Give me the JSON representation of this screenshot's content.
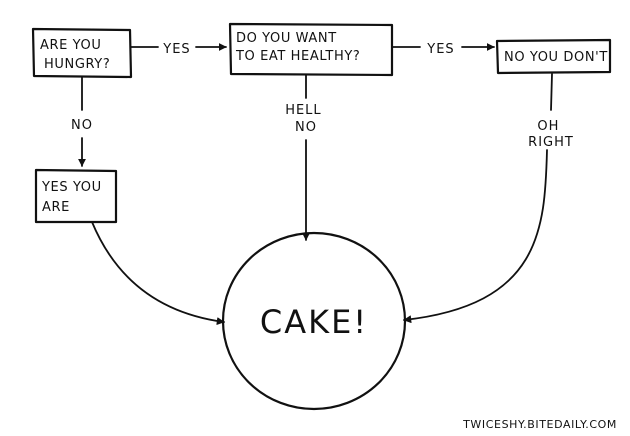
{
  "nodes": {
    "hungry": {
      "lines": [
        "ARE YOU",
        "HUNGRY?"
      ]
    },
    "healthy": {
      "lines": [
        "DO YOU WANT",
        "TO EAT HEALTHY?"
      ]
    },
    "no_you_dont": {
      "lines": [
        "NO YOU DON'T"
      ]
    },
    "yes_you_are": {
      "lines": [
        "YES YOU",
        "ARE"
      ]
    },
    "cake": {
      "lines": [
        "CAKE!"
      ]
    }
  },
  "edges": {
    "hungry_yes": {
      "lines": [
        "YES"
      ]
    },
    "healthy_yes": {
      "lines": [
        "YES"
      ]
    },
    "hungry_no": {
      "lines": [
        "NO"
      ]
    },
    "healthy_hell_no": {
      "lines": [
        "HELL",
        "NO"
      ]
    },
    "oh_right": {
      "lines": [
        "OH",
        "RIGHT"
      ]
    }
  },
  "credit": "TWICESHY.BITEDAILY.COM"
}
